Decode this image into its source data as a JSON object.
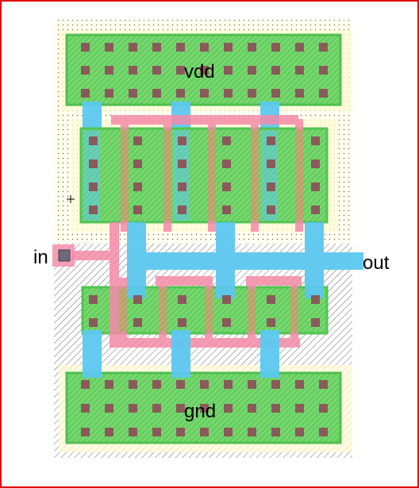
{
  "labels": {
    "vdd": "vdd",
    "gnd": "gnd",
    "input": "in",
    "output": "out"
  },
  "colors": {
    "frame": "#e01010",
    "diffusion": "#5ecf5e",
    "diffusion_hatch": "#b6f07a",
    "metal1": "#5cc8f0",
    "poly": "#f58aa8",
    "contact": "#8a5a5a",
    "nwell": "#fffbd6",
    "pwell_hatch": "#555555"
  }
}
